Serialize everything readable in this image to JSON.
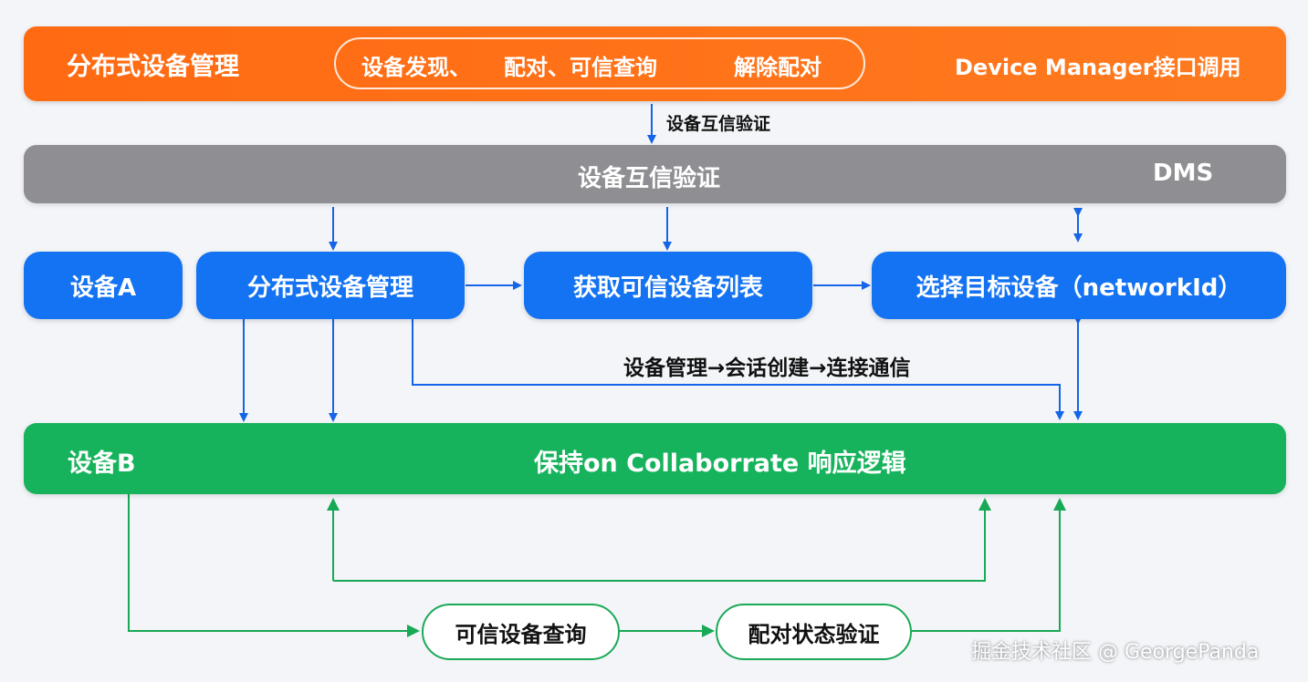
{
  "top_bar": {
    "title": "分布式设备管理",
    "pill_items": [
      "设备发现、",
      "配对、可信查询",
      "解除配对"
    ],
    "api_label": "Device Manager接口调用"
  },
  "arrow_label_trust": "设备互信验证",
  "dms_bar": {
    "center_label": "设备互信验证",
    "right_label": "DMS"
  },
  "blue_boxes": {
    "device_a": "设备A",
    "dist_mgmt": "分布式设备管理",
    "trusted_list": "获取可信设备列表",
    "select_target": "选择目标设备（networkId）"
  },
  "flow_label": "设备管理→会话创建→连接通信",
  "device_b_bar": {
    "left_label": "设备B",
    "center_label": "保持on Collaborrate 响应逻辑"
  },
  "bottom_pills": {
    "trusted_query": "可信设备查询",
    "pair_verify": "配对状态验证"
  },
  "watermark": "掘金技术社区 @ GeorgePanda",
  "colors": {
    "orange": "#ff6a12",
    "gray": "#8f8f93",
    "blue": "#1473f2",
    "green": "#17b35c",
    "arrow_blue": "#1565e8",
    "arrow_green": "#17a955"
  }
}
